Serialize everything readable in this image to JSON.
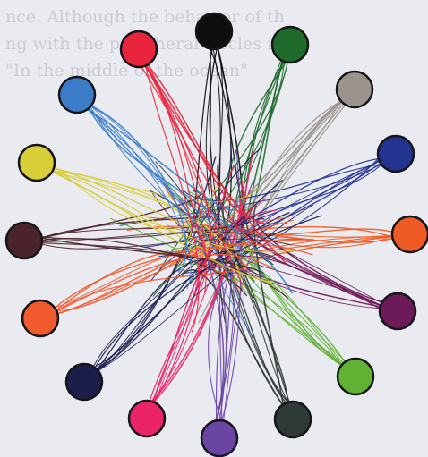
{
  "image": {
    "subject": "radial-thread-color-wheel",
    "background_color": "#e9ebf1",
    "background_text_lines": [
      "nce. Although the behavior of th",
      "ng with the peripheral circles is",
      "",
      "",
      "",
      "",
      "",
      "",
      "",
      "",
      "",
      "",
      "",
      "",
      "",
      "",
      "\"In the middle of the ocean\""
    ],
    "circles": [
      {
        "name": "black-circle",
        "color": "#0e0e10"
      },
      {
        "name": "dark-green-circle",
        "color": "#1f6b2c"
      },
      {
        "name": "gray-circle",
        "color": "#9a948c"
      },
      {
        "name": "navy-blue-circle",
        "color": "#24338f"
      },
      {
        "name": "orange-circle",
        "color": "#ee5a24"
      },
      {
        "name": "purple-circle",
        "color": "#6d1a58"
      },
      {
        "name": "green-circle",
        "color": "#61b234"
      },
      {
        "name": "dark-teal-circle",
        "color": "#2e3a35"
      },
      {
        "name": "violet-circle",
        "color": "#6b45a4"
      },
      {
        "name": "pink-circle",
        "color": "#ea2467"
      },
      {
        "name": "dark-navy-circle",
        "color": "#1b1d4a"
      },
      {
        "name": "orange-red-circle",
        "color": "#f05a2e"
      },
      {
        "name": "maroon-circle",
        "color": "#4a232b"
      },
      {
        "name": "yellow-circle",
        "color": "#d8ce37"
      },
      {
        "name": "light-blue-circle",
        "color": "#3b7cc8"
      },
      {
        "name": "red-circle",
        "color": "#e8253c"
      }
    ]
  }
}
